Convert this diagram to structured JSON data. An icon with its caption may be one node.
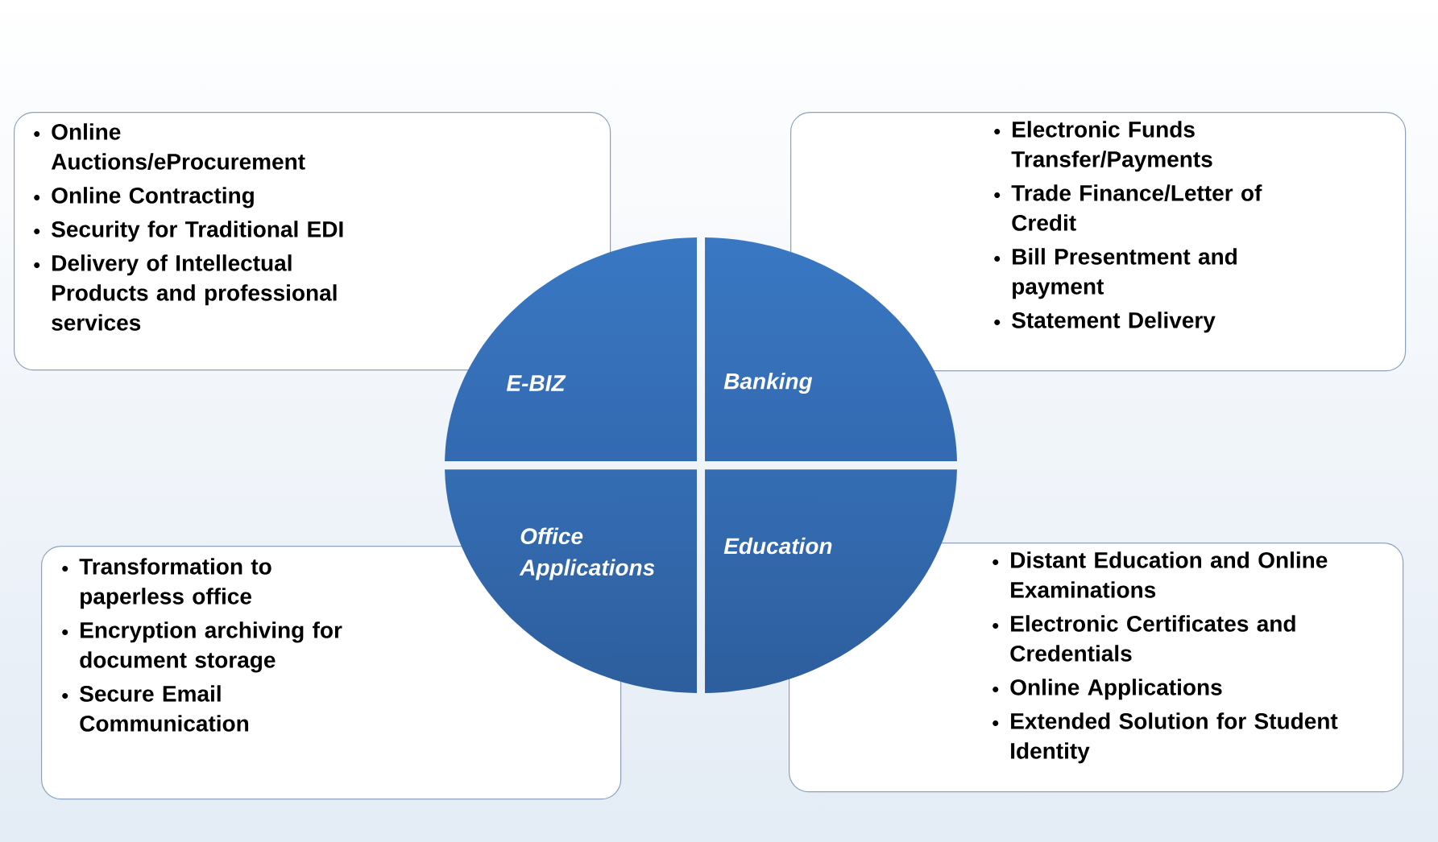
{
  "diagram": {
    "nodes": [
      {
        "text": [
          "Online Auctions/eProcurement",
          "Online Contracting",
          "Security for Traditional EDI",
          "Delivery of Intellectual Products and professional services"
        ]
      },
      {
        "text": [
          "Electronic Funds Transfer/Payments",
          "Trade Finance/Letter of Credit",
          "Bill Presentment and payment",
          "Statement Delivery"
        ]
      },
      {
        "text": [
          "E-BIZ"
        ]
      },
      {
        "text": [
          "Banking"
        ]
      },
      {
        "text": [
          "Office Applications"
        ]
      },
      {
        "text": [
          "Education"
        ]
      },
      {
        "text": [
          "Transformation to paperless office",
          "Encryption archiving for document storage",
          "Secure Email Communication"
        ]
      },
      {
        "text": [
          "Distant Education and Online Examinations",
          "Electronic Certificates and Credentials",
          "Online Applications",
          "Extended Solution for Student Identity"
        ]
      }
    ]
  }
}
